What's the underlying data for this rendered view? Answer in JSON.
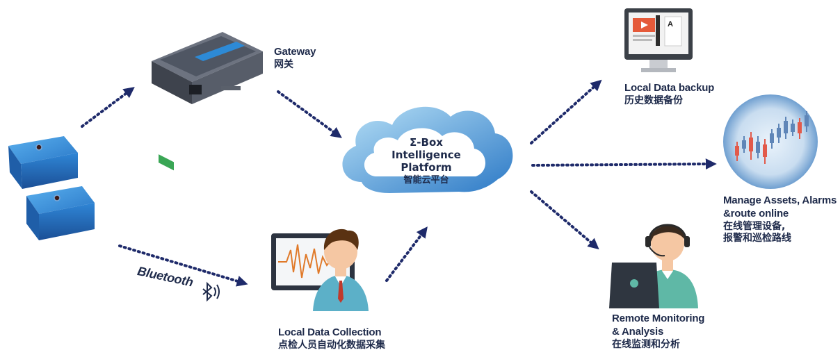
{
  "platform": {
    "title": "Σ-Box",
    "line2": "Intelligence",
    "line3": "Platform",
    "zh": "智能云平台"
  },
  "gateway": {
    "en": "Gateway",
    "zh": "网关"
  },
  "local_collection": {
    "en": "Local Data Collection",
    "zh": "点检人员自动化数据采集"
  },
  "bluetooth": {
    "label": "Bluetooth"
  },
  "backup": {
    "en": "Local Data backup",
    "zh": "历史数据备份"
  },
  "manage": {
    "en1": "Manage Assets, Alarms",
    "en2": "&route online",
    "zh1": "在线管理设备,",
    "zh2": "报警和巡检路线"
  },
  "remote": {
    "en1": "Remote Monitoring",
    "en2": "& Analysis",
    "zh": "在线监测和分析"
  },
  "colors": {
    "arrow": "#1e2a6a",
    "sensor": "#2f7fd0",
    "cloud_outer": "#2f7fd0",
    "cloud_inner": "#9ccfee"
  }
}
